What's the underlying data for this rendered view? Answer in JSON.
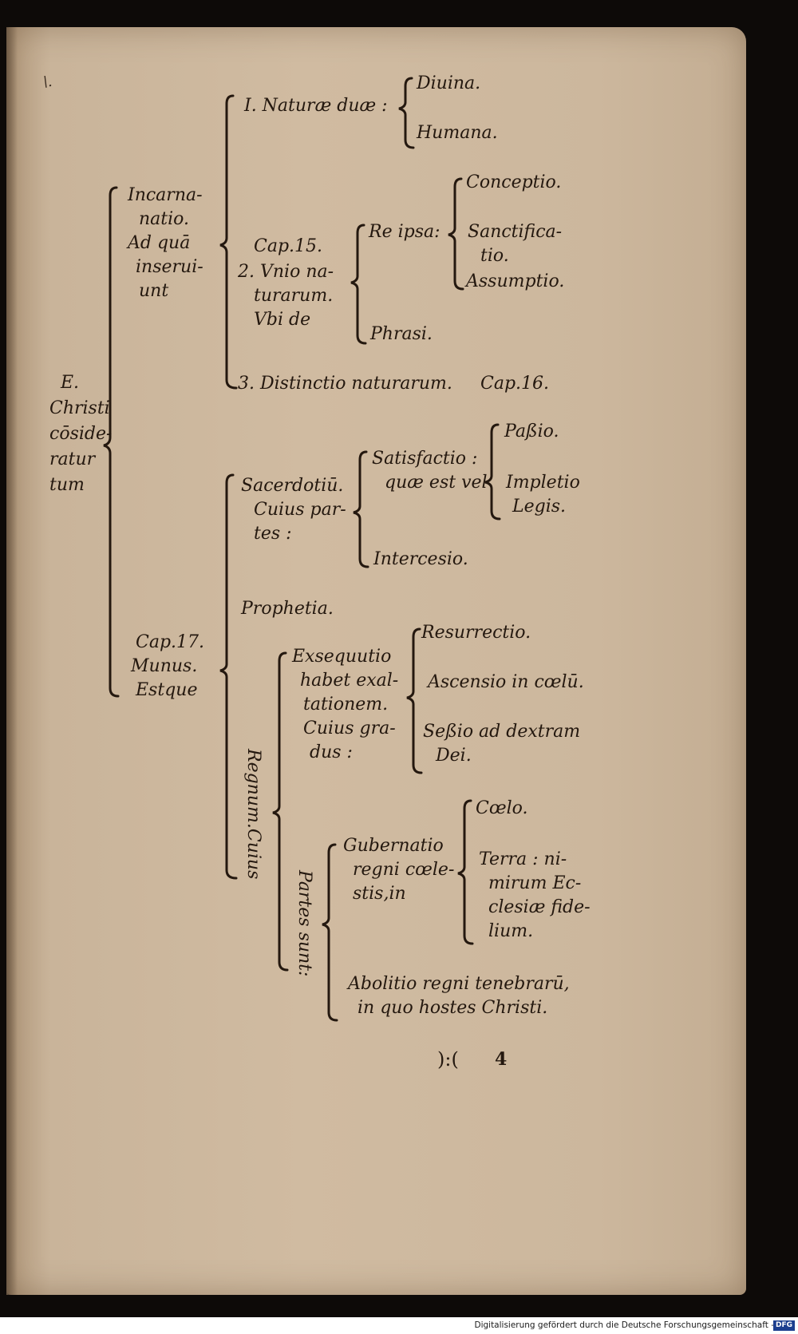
{
  "page": {
    "root": [
      "E.",
      "Christi",
      "cōside-",
      "ratur",
      "tum"
    ],
    "incarnation": {
      "label": [
        "Incarna-",
        "natio.",
        "Ad quā",
        "inserui-",
        "unt"
      ],
      "nature": {
        "label": "I. Naturæ duæ :",
        "items": [
          "Diuina.",
          "Humana."
        ]
      },
      "union": {
        "cap": "Cap.15.",
        "label": [
          "2. Vnio na-",
          "turarum.",
          "Vbi de"
        ],
        "re_ipsa": {
          "label": "Re ipsa:",
          "items": [
            "Conceptio.",
            "Sanctifica-",
            "tio.",
            "Assumptio."
          ]
        },
        "phrasi": "Phrasi."
      },
      "distinction": "3. Distinctio naturarum.",
      "distinction_cap": "Cap.16."
    },
    "office": {
      "label": [
        "Cap.17.",
        "Munus.",
        "Estque"
      ],
      "priesthood": {
        "label": [
          "Sacerdotiū.",
          "Cuius par-",
          "tes :"
        ],
        "satisfaction": {
          "label": [
            "Satisfactio :",
            "quæ est vel"
          ],
          "items": [
            "Paßio.",
            "Impletio",
            "Legis."
          ]
        },
        "intercession": "Intercesio."
      },
      "prophecy": "Prophetia.",
      "kingdom": {
        "label": "Regnum.Cuius",
        "parts_label": "Partes sunt:",
        "execution": {
          "label": [
            "Exsequutio",
            "habet exal-",
            "tationem.",
            "Cuius gra-",
            "dus :"
          ],
          "items": [
            "Resurrectio.",
            "Ascensio in cœlū.",
            "Seßio ad dextram",
            "Dei."
          ]
        },
        "governance": {
          "label": [
            "Gubernatio",
            "regni cœle-",
            "stis,in"
          ],
          "items": [
            "Cœlo.",
            "Terra : ni-",
            "mirum Ec-",
            "clesiæ fide-",
            "lium."
          ]
        },
        "abolition": [
          "Abolitio regni tenebrarū,",
          "in quo hostes Christi."
        ]
      }
    },
    "signature": "):(",
    "signature_num": "4",
    "marginal_mark": "\\."
  },
  "footer": {
    "text": "Digitalisierung gefördert durch die Deutsche Forschungsgemeinschaft -",
    "logo": "DFG"
  }
}
